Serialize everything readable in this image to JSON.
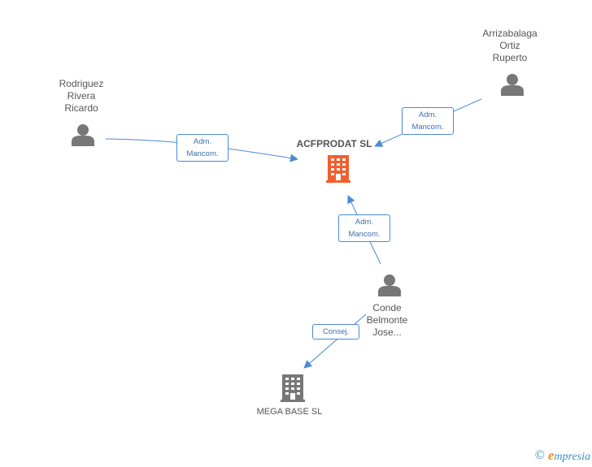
{
  "nodes": {
    "rodriguez": {
      "label": "Rodriguez\nRivera\nRicardo"
    },
    "arrizabalaga": {
      "label": "Arrizabalaga\nOrtiz\nRuperto"
    },
    "conde": {
      "label": "Conde\nBelmonte\nJose..."
    },
    "acfprodat": {
      "label": "ACFPRODAT SL"
    },
    "megabase": {
      "label": "MEGA BASE SL"
    }
  },
  "edges": {
    "rodriguez_acfprodat": {
      "label": "Adm.\nMancom."
    },
    "arrizabalaga_acfprodat": {
      "label": "Adm.\nMancom."
    },
    "conde_acfprodat": {
      "label": "Adm.\nMancom."
    },
    "conde_megabase": {
      "label": "Consej."
    }
  },
  "colors": {
    "edge": "#4a8ad6",
    "person": "#777777",
    "company_main": "#f0602f",
    "company": "#777777"
  },
  "footer": {
    "copyright": "©",
    "brand_first": "e",
    "brand_rest": "mpresia"
  }
}
